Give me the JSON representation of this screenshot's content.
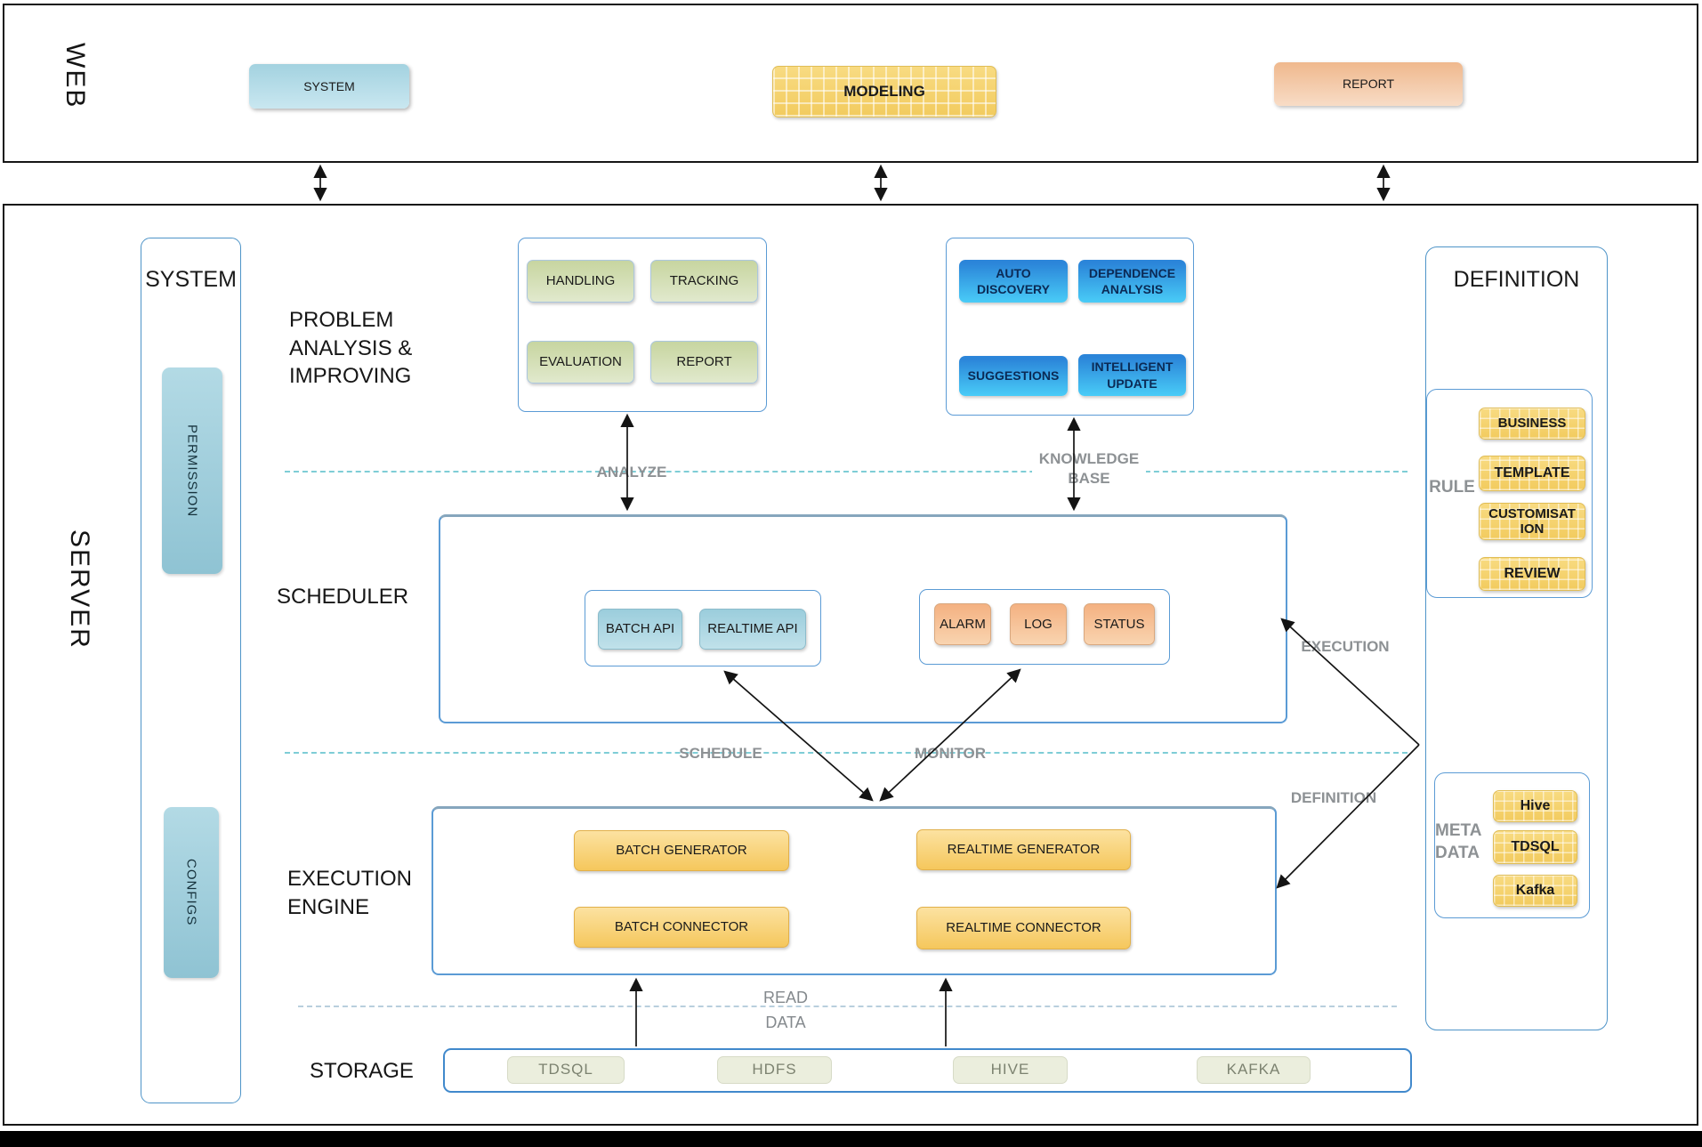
{
  "colors": {
    "panel_border": "#4e94c8",
    "dashed_divider": "#7ecdd6",
    "arrow": "#141414",
    "kb_box_top": "#2b85d9",
    "kb_box_bottom": "#49ccf7",
    "gold_box": "#f5c75c",
    "green_box": "#c7d5a0",
    "orange_box": "#f4b181",
    "cyan_box": "#9bcddc"
  },
  "web": {
    "label": "WEB",
    "buttons": {
      "system": "SYSTEM",
      "modeling": "MODELING",
      "report": "REPORT"
    }
  },
  "server": {
    "label": "SERVER",
    "system_panel": {
      "title": "SYSTEM",
      "permission": "PERMISSION",
      "configs": "CONFIGS"
    },
    "problem_analysis": {
      "title": "PROBLEM\nANALYSIS &\nIMPROVING",
      "boxes": [
        "HANDLING",
        "TRACKING",
        "EVALUATION",
        "REPORT"
      ]
    },
    "knowledge": {
      "boxes": [
        "AUTO DISCOVERY",
        "DEPENDENCE ANALYSIS",
        "SUGGESTIONS",
        "INTELLIGENT UPDATE"
      ]
    },
    "scheduler": {
      "title": "SCHEDULER",
      "api_boxes": [
        "BATCH API",
        "REALTIME API"
      ],
      "monitor_boxes": [
        "ALARM",
        "LOG",
        "STATUS"
      ]
    },
    "execution_engine": {
      "title": "EXECUTION\nENGINE",
      "boxes": [
        "BATCH GENERATOR",
        "BATCH CONNECTOR",
        "REALTIME GENERATOR",
        "REALTIME CONNECTOR"
      ]
    },
    "storage": {
      "title": "STORAGE",
      "boxes": [
        "TDSQL",
        "HDFS",
        "HIVE",
        "KAFKA"
      ]
    },
    "definition": {
      "title": "DEFINITION",
      "rule": {
        "label": "RULE",
        "boxes": [
          "BUSINESS",
          "TEMPLATE",
          "CUSTOMISATION",
          "REVIEW"
        ]
      },
      "meta": {
        "label": "META\nDATA",
        "boxes": [
          "Hive",
          "TDSQL",
          "Kafka"
        ]
      }
    },
    "flow_labels": {
      "analyze": "ANALYZE",
      "knowledge_base": "KNOWLEDGE\nBASE",
      "schedule": "SCHEDULE",
      "monitor": "MONITOR",
      "execution": "EXECUTION",
      "definition": "DEFINITION",
      "read_data": "READ\nDATA"
    }
  }
}
